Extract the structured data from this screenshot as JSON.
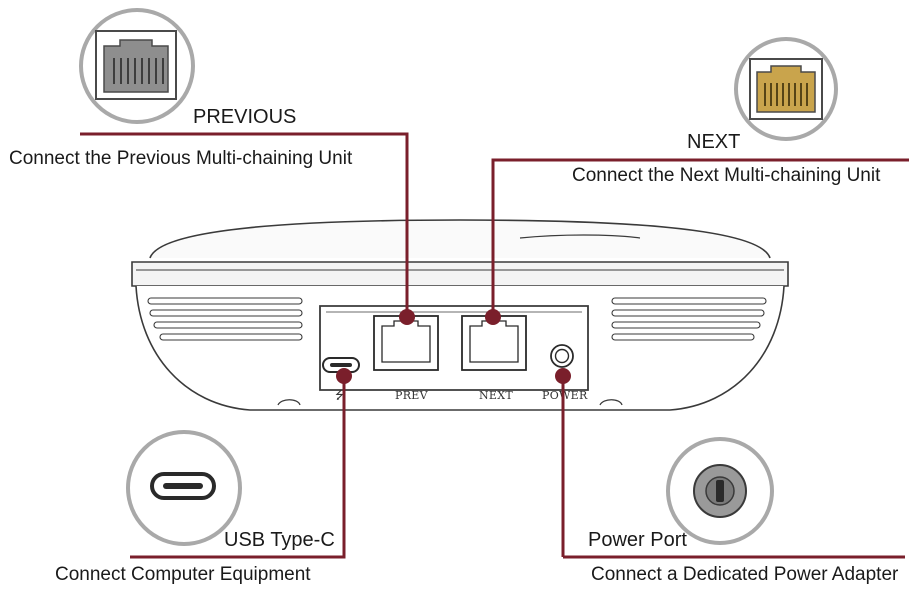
{
  "colors": {
    "leader_line": "#7a1f2b",
    "device_outline": "#3a3a3a",
    "circle_outline": "#a9a9a9",
    "rj45_gray": "#8e8e8e",
    "rj45_gold": "#c9a44c"
  },
  "callouts": {
    "previous": {
      "title": "PREVIOUS",
      "description": "Connect the Previous Multi-chaining Unit",
      "icon": "rj45-gray-icon"
    },
    "next": {
      "title": "NEXT",
      "description": "Connect the Next  Multi-chaining  Unit",
      "icon": "rj45-gold-icon"
    },
    "usb": {
      "title": "USB Type-C",
      "description": "Connect Computer Equipment",
      "icon": "usb-c-icon"
    },
    "power": {
      "title": "Power Port",
      "description": "Connect a Dedicated  Power  Adapter",
      "icon": "dc-jack-icon"
    }
  },
  "device": {
    "ports": {
      "prev": "PREV",
      "next": "NEXT",
      "power": "POWER",
      "usb_symbol": "⭍"
    }
  }
}
